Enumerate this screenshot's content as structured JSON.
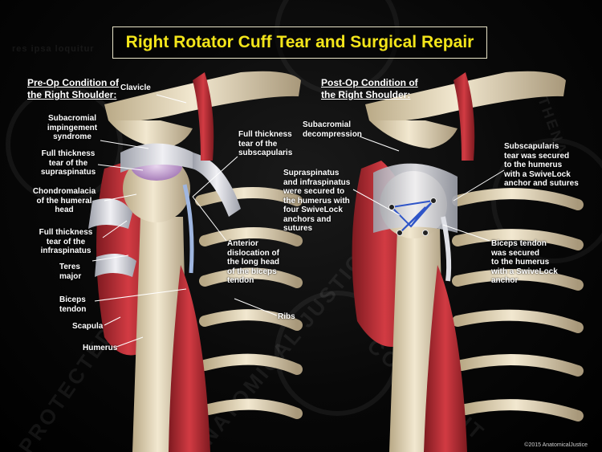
{
  "title": "Right Rotator Cuff Tear and Surgical Repair",
  "preop": {
    "heading_line1": "Pre-Op Condition of",
    "heading_line2": "the Right Shoulder:",
    "labels": {
      "clavicle": "Clavicle",
      "impingement": "Subacromial\nimpingement\nsyndrome",
      "supraspinatus": "Full thickness\ntear of the\nsupraspinatus",
      "chondromalacia": "Chondromalacia\nof the humeral\nhead",
      "infraspinatus": "Full thickness\ntear of the\ninfraspinatus",
      "teres": "Teres\nmajor",
      "biceps": "Biceps\ntendon",
      "scapula": "Scapula",
      "humerus": "Humerus",
      "subscapularis": "Full thickness\ntear of the\nsubscapularis",
      "dislocation": "Anterior\ndislocation of\nthe long head\nof the biceps\ntendon",
      "ribs": "Ribs"
    }
  },
  "postop": {
    "heading_line1": "Post-Op Condition of",
    "heading_line2": "the Right Shoulder:",
    "labels": {
      "decompression": "Subacromial\ndecompression",
      "supra_infra": "Supraspinatus\nand infraspinatus\nwere secured to\nthe humerus with\nfour SwiveLock\nanchors and\nsutures",
      "subscap_secured": "Subscapularis\ntear was secured\nto the humerus\nwith a SwiveLock\nanchor and sutures",
      "biceps_secured": "Biceps tendon\nwas secured\nto the humerus\nwith a SwiveLock\nanchor"
    }
  },
  "watermarks": {
    "w1": "PROTECTED",
    "w2": "ANATOMICAL JUSTICE",
    "w3": "COPYRIGHT",
    "w4": "ATHENA",
    "w5": "res ipsa loquitur"
  },
  "copyright": "©2015 AnatomicalJustice",
  "colors": {
    "title": "#f3e51a",
    "muscle": "#c2323a",
    "bone": "#e8dcc0",
    "tendon": "#dfe0e6"
  }
}
